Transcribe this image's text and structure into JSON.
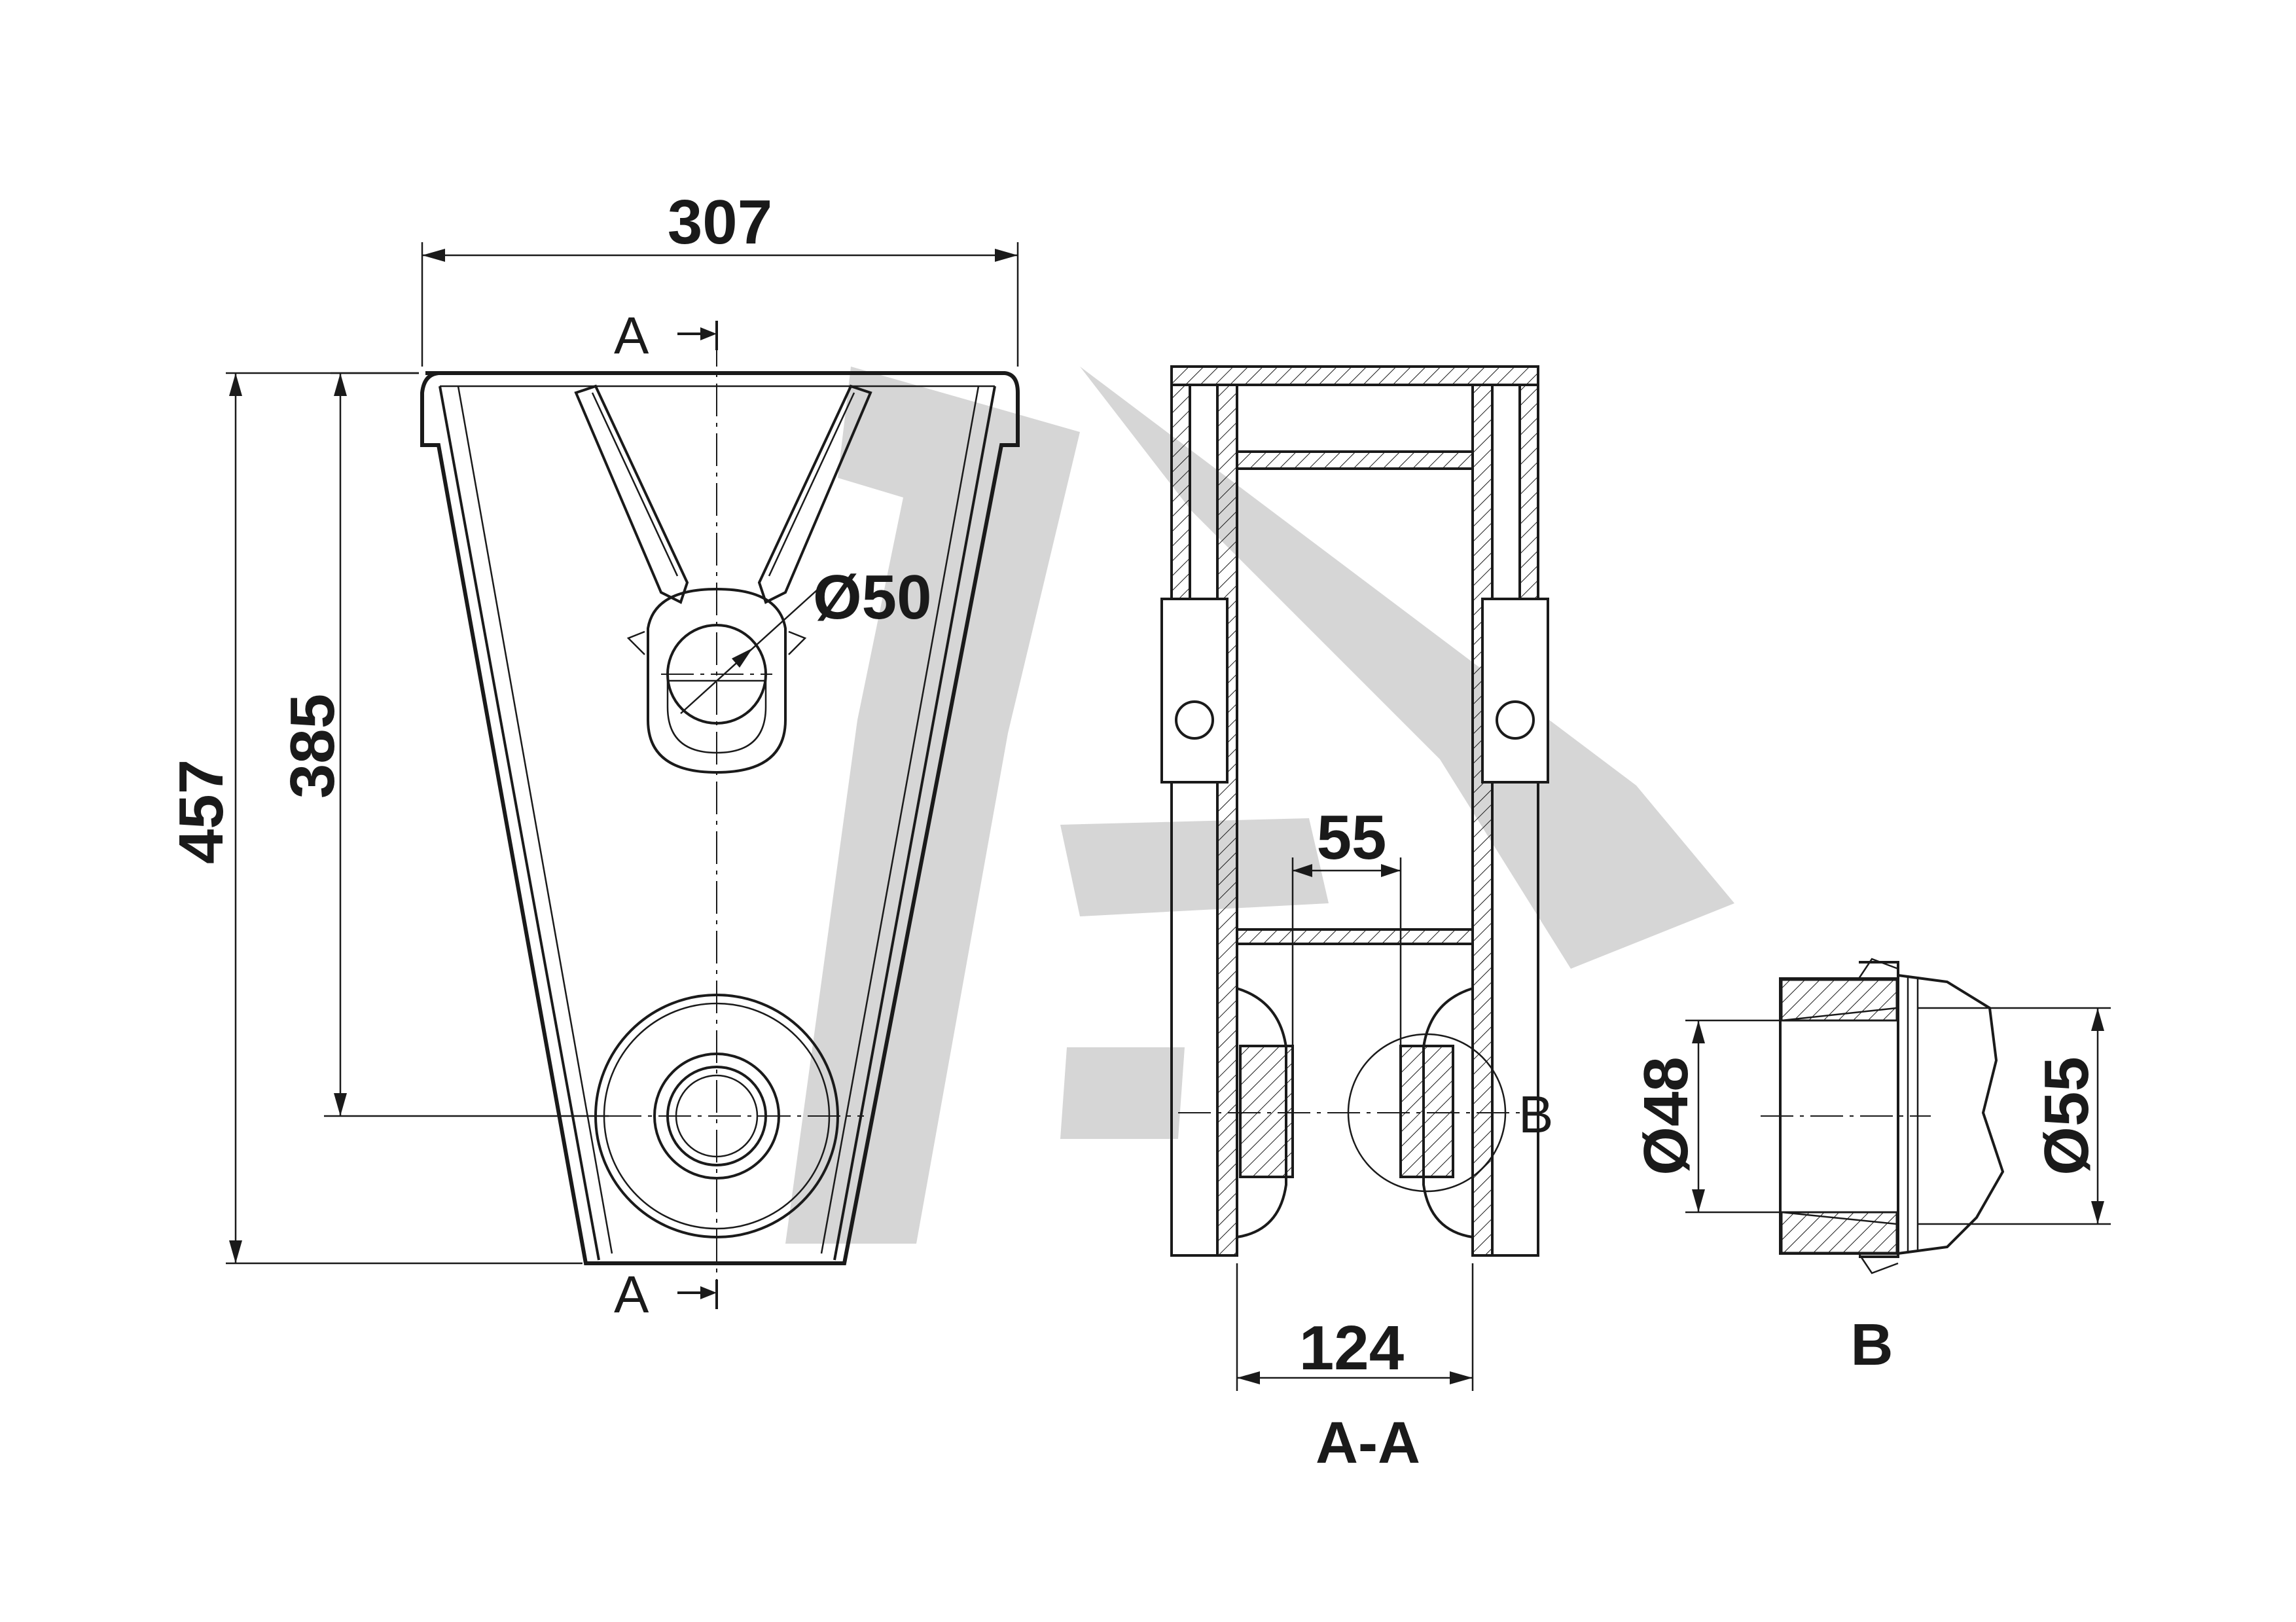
{
  "front_view": {
    "width_dim": "307",
    "height_total_dim": "457",
    "height_center_dim": "385",
    "hole_diameter_dim": "Ø50",
    "section_label_top": "A",
    "section_label_bottom": "A"
  },
  "section_view": {
    "inner_gap_dim": "55",
    "width_dim": "124",
    "detail_callout": "B",
    "title": "A-A"
  },
  "detail_view": {
    "inner_diameter_dim": "Ø48",
    "outer_diameter_dim": "Ø55",
    "title": "B"
  }
}
